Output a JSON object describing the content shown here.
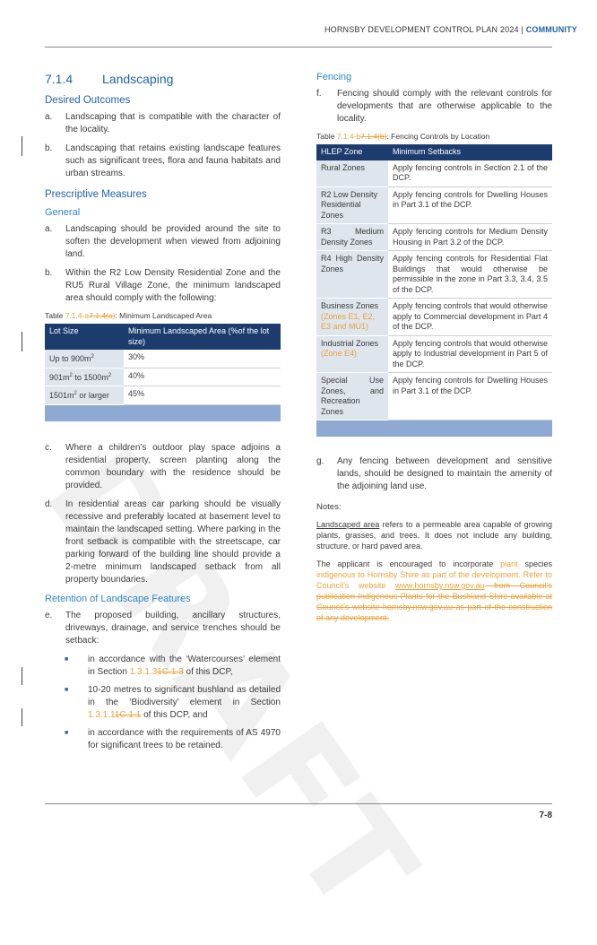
{
  "header": {
    "title": "HORNSBY DEVELOPMENT CONTROL PLAN 2024",
    "sep": " | ",
    "section": "COMMUNITY"
  },
  "page_number": "7-8",
  "watermark": "DRAFT",
  "left": {
    "section_num": "7.1.4",
    "section_title": "Landscaping",
    "desired_outcomes": "Desired Outcomes",
    "outcomes": [
      {
        "label": "a.",
        "text": "Landscaping that is compatible with the character of the locality."
      },
      {
        "label": "b.",
        "text": "Landscaping that retains existing landscape features such as significant trees, flora and fauna habitats and urban streams."
      }
    ],
    "prescriptive": "Prescriptive Measures",
    "general": "General",
    "general_items": [
      {
        "label": "a.",
        "text": "Landscaping should be provided around the site to soften the development when viewed from adjoining land."
      },
      {
        "label": "b.",
        "text": "Within the R2 Low Density Residential Zone and the RU5 Rural Village Zone, the minimum landscaped area should comply with the following:"
      }
    ],
    "table_caption": {
      "prefix": "Table ",
      "ins": "7.1.4-a",
      "del": "7.1.4(a)",
      "suffix": ": Minimum Landscaped Area"
    },
    "table_head": [
      "Lot Size",
      "Minimum Landscaped Area (%of the lot size)"
    ],
    "table_rows": [
      {
        "lot_a": "Up to 900m",
        "sup_a": "2",
        "lot_b": "",
        "sup_b": "",
        "lot_c": "",
        "area": "30%"
      },
      {
        "lot_a": "901m",
        "sup_a": "2",
        "lot_b": " to 1500m",
        "sup_b": "2",
        "lot_c": "",
        "area": "40%"
      },
      {
        "lot_a": "1501m",
        "sup_a": "2",
        "lot_b": " or larger",
        "sup_b": "",
        "lot_c": "",
        "area": "45%"
      }
    ],
    "more_items": [
      {
        "label": "c.",
        "text": "Where a children’s outdoor play space adjoins a residential property, screen planting along the common boundary with the residence should be provided."
      },
      {
        "label": "d.",
        "text": "In residential areas car parking should be visually recessive and preferably located at basement level to maintain the landscaped setting. Where parking in the front setback is compatible with the streetscape, car parking forward of the building line should provide a 2-metre minimum landscaped setback from all property boundaries."
      }
    ],
    "retention": "Retention of Landscape Features",
    "item_e": {
      "label": "e.",
      "text": "The proposed building, ancillary structures, driveways, drainage, and service trenches should be setback:"
    },
    "bullets": [
      {
        "pre": "in accordance with the ‘Watercourses’ element in Section ",
        "ins": "1.3.1.3",
        "del": "1C.1.3",
        "post": " of this DCP,"
      },
      {
        "pre": "10-20 metres to significant bushland as detailed in the ‘Biodiversity’ element in Section ",
        "ins": "1.3.1.1",
        "del": "1C.1.1",
        "post": " of this DCP, and"
      },
      {
        "pre": "in accordance with the requirements of AS 4970 for significant trees to be retained.",
        "ins": "",
        "del": "",
        "post": ""
      }
    ]
  },
  "right": {
    "fencing": "Fencing",
    "item_f": {
      "label": "f.",
      "text": "Fencing should comply with the relevant controls for developments that are otherwise applicable to the locality."
    },
    "table_caption": {
      "prefix": "Table ",
      "ins": "7.1.4-b",
      "del": "7.1.4(b)",
      "suffix": ": Fencing Controls by Location"
    },
    "table_head": [
      "HLEP Zone",
      "Minimum Setbacks"
    ],
    "table_rows": [
      {
        "zone": "Rural Zones",
        "zone_ins": "",
        "control": "Apply fencing controls in Section 2.1 of the DCP."
      },
      {
        "zone": "R2 Low Density Residential Zones",
        "zone_ins": "",
        "control": "Apply fencing controls for Dwelling Houses in Part 3.1 of the DCP."
      },
      {
        "zone": "R3 Medium Density Zones",
        "zone_ins": "",
        "control": "Apply fencing controls for Medium Density Housing in Part 3.2 of the DCP."
      },
      {
        "zone": "R4 High Density Zones",
        "zone_ins": "",
        "control": "Apply fencing controls for Residential Flat Buildings that would otherwise be permissible in the zone in Part 3.3, 3.4, 3.5 of the DCP."
      },
      {
        "zone": "Business Zones",
        "zone_ins": "(Zones E1, E2, E3 and MU1)",
        "control": "Apply fencing controls that would otherwise apply to Commercial development in Part 4 of the DCP."
      },
      {
        "zone": "Industrial Zones",
        "zone_ins": "(Zone E4)",
        "control": "Apply fencing controls that would otherwise apply to Industrial development in Part 5 of the DCP."
      },
      {
        "zone": "Special Use Zones, and Recreation Zones",
        "zone_ins": "",
        "control": "Apply fencing controls for Dwelling Houses in Part 3.1 of the DCP."
      }
    ],
    "item_g": {
      "label": "g.",
      "text": "Any fencing between development and sensitive lands, should be designed to maintain the amenity of the adjoining land use."
    },
    "notes_title": "Notes:",
    "note1": {
      "term": "Landscaped area",
      "text": " refers to a permeable area capable of growing plants, grasses, and trees. It does not include any building, structure, or hard paved area."
    },
    "note2": {
      "pre": "The applicant is encouraged to incorporate ",
      "ins1": "plant",
      "mid": " species ",
      "ins2": "indigenous to Hornsby Shire as part of the development. Refer to Council’s website ",
      "link": "www.hornsby.nsw.gov.au",
      "del": " from Council’s publication Indigenous Plants for the Bushland Shire available at Council’s website hornsby.nsw.gov.au as part of the construction of any development."
    }
  }
}
